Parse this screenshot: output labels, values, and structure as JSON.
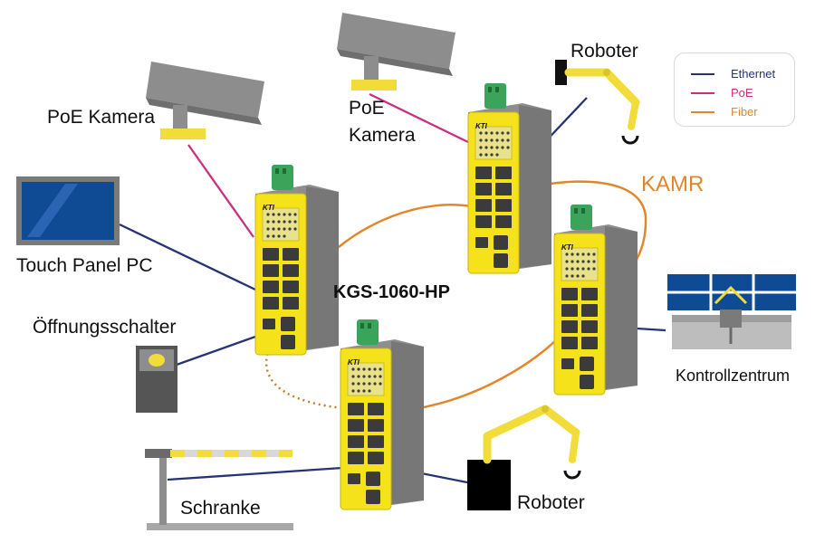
{
  "colors": {
    "ethernet": "#283276",
    "poe": "#c7317f",
    "fiber": "#e3862b",
    "switch_yellow": "#f5e21a",
    "switch_grey": "#8c8c8c"
  },
  "legend": {
    "ethernet": "Ethernet",
    "poe": "PoE",
    "fiber": "Fiber"
  },
  "labels": {
    "ring": "KAMR",
    "switch_model": "KGS-1060-HP",
    "switch_brand": "KTI",
    "poe_camera_left": "PoE Kamera",
    "poe_camera_top_line1": "PoE",
    "poe_camera_top_line2": "Kamera",
    "robot_top": "Roboter",
    "robot_bottom": "Roboter",
    "touch_panel": "Touch Panel PC",
    "door_switch": "Öffnungsschalter",
    "barrier": "Schranke",
    "control_center": "Kontrollzentrum"
  },
  "icons": {
    "camera": "security-camera-icon",
    "robot": "robot-arm-icon",
    "monitor": "monitor-icon",
    "door_switch": "door-switch-icon",
    "barrier": "barrier-gate-icon",
    "control_room": "control-room-icon",
    "switch": "industrial-switch-icon"
  }
}
